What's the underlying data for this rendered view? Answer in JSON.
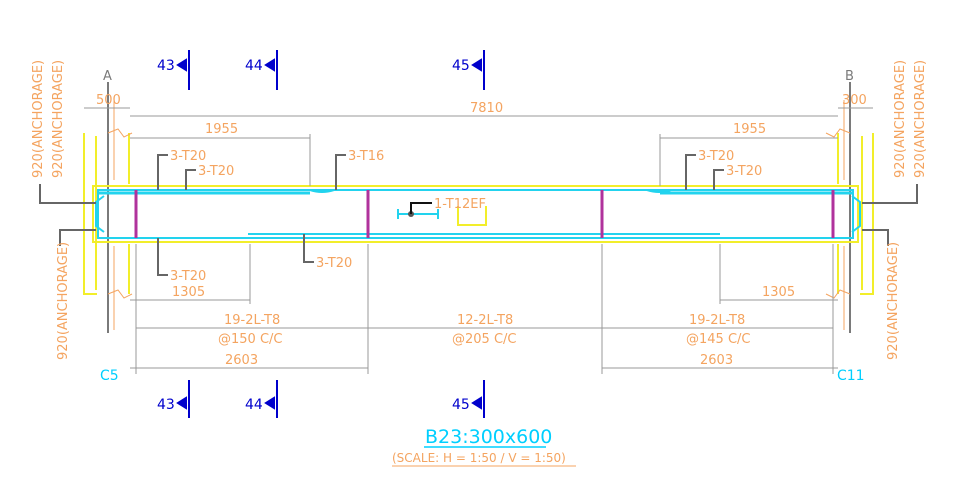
{
  "title": "B23:300x600",
  "scale": "(SCALE: H = 1:50  / V = 1:50)",
  "gridlines": {
    "left": "A",
    "right": "B"
  },
  "columns": {
    "left": "C5",
    "right": "C11"
  },
  "sections": [
    "43",
    "44",
    "45"
  ],
  "dimensions": {
    "span": "7810",
    "left_support": "500",
    "right_support": "300",
    "top_left_extent": "1955",
    "top_right_extent": "1955",
    "bottom_left_extent": "1305",
    "bottom_right_extent": "1305",
    "stirrup_left_length": "2603",
    "stirrup_right_length": "2603"
  },
  "anchorage": "920(ANCHORAGE)",
  "bars": {
    "top_left_outer": "3-T20",
    "top_left_inner": "3-T20",
    "top_mid": "3-T16",
    "top_right_outer": "3-T20",
    "top_right_inner": "3-T20",
    "extra": "1-T12EF",
    "bottom_left": "3-T20",
    "bottom_mid": "3-T20"
  },
  "stirrups": {
    "left": {
      "label": "19-2L-T8",
      "spacing": "@150 C/C"
    },
    "mid": {
      "label": "12-2L-T8",
      "spacing": "@205 C/C"
    },
    "right": {
      "label": "19-2L-T8",
      "spacing": "@145 C/C"
    }
  }
}
